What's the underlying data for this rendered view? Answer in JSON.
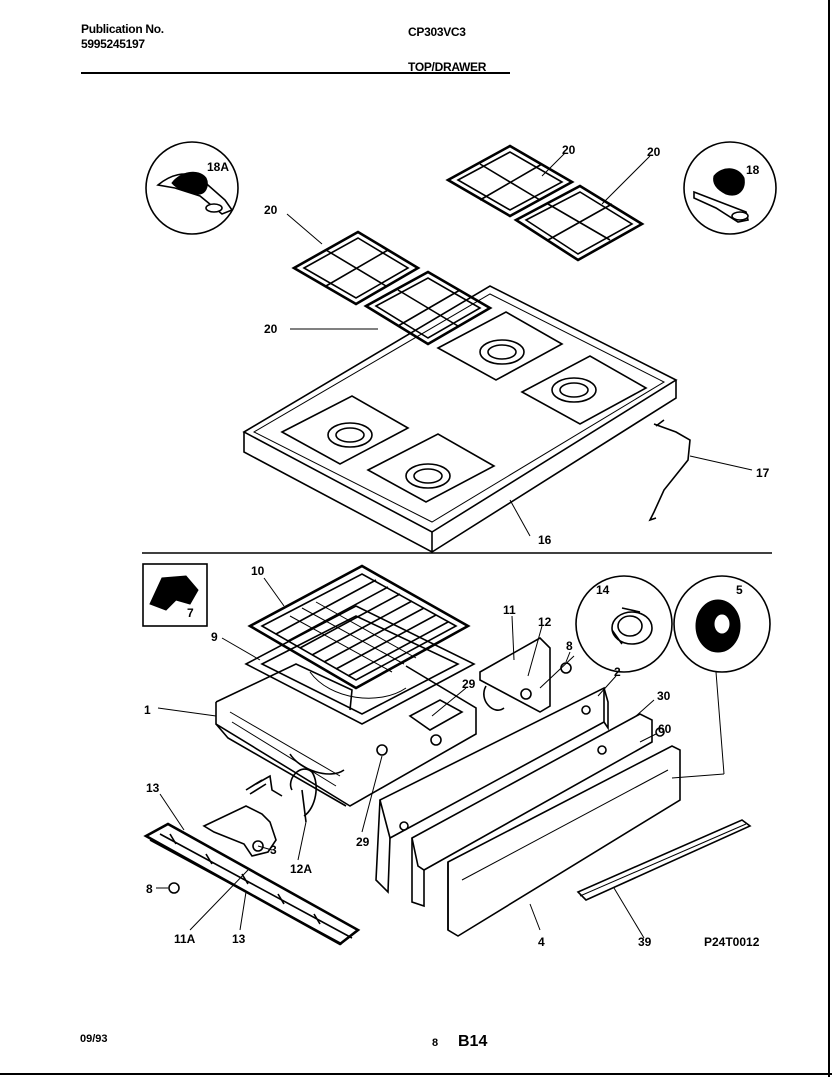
{
  "header": {
    "publication_label": "Publication No.",
    "publication_number": "5995245197",
    "model": "CP303VC3",
    "section": "TOP/DRAWER"
  },
  "footer": {
    "date": "09/93",
    "page_number": "8",
    "page_code": "B14",
    "diagram_code": "P24T0012"
  },
  "callouts": {
    "p18A": "18A",
    "p18": "18",
    "p20a": "20",
    "p20b": "20",
    "p20c": "20",
    "p20d": "20",
    "p17": "17",
    "p16": "16",
    "p7": "7",
    "p10": "10",
    "p9": "9",
    "p1": "1",
    "p29a": "29",
    "p29b": "29",
    "p11": "11",
    "p12": "12",
    "p8a": "8",
    "p14": "14",
    "p5": "5",
    "p2": "2",
    "p30": "30",
    "p60": "60",
    "p13a": "13",
    "p13b": "13",
    "p3": "3",
    "p12A": "12A",
    "p8b": "8",
    "p11A": "11A",
    "p4": "4",
    "p39": "39"
  }
}
